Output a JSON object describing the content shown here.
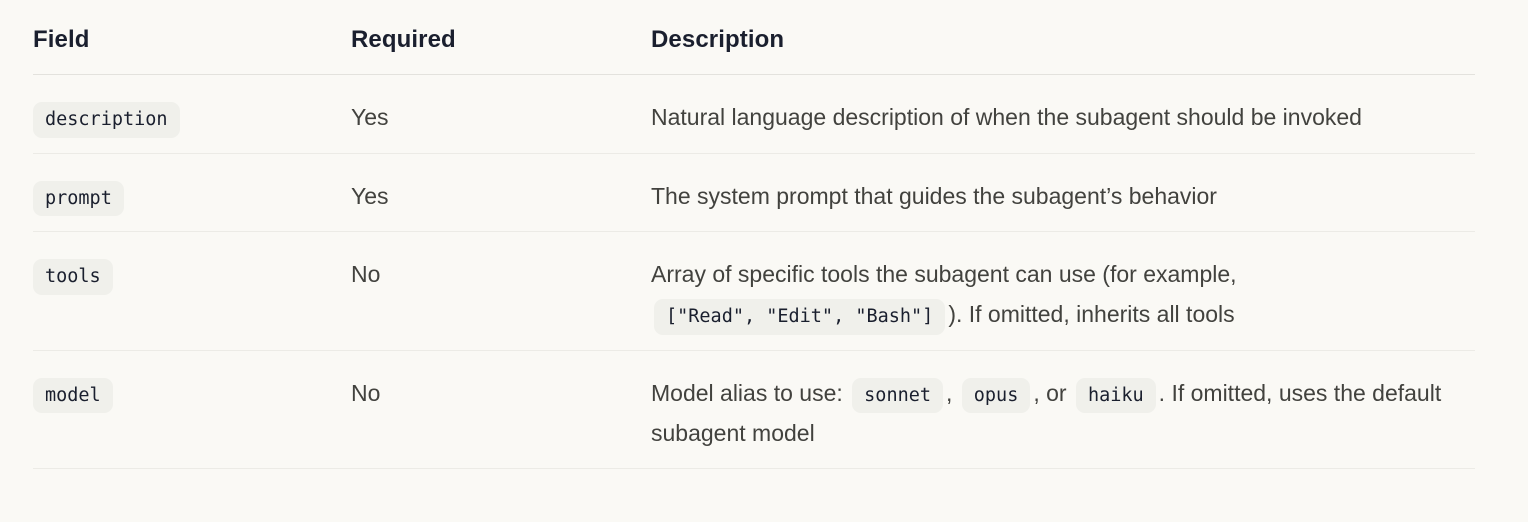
{
  "colors": {
    "page_background": "#FAF9F5",
    "badge_background": "#F0F0EB",
    "header_text": "#1A1F2E",
    "body_text": "#42423E",
    "header_border": "#E3E2DD",
    "row_border": "#ECEBE6"
  },
  "table": {
    "headers": {
      "field": "Field",
      "required": "Required",
      "description": "Description"
    },
    "rows": [
      {
        "field": "description",
        "required": "Yes",
        "description": [
          {
            "type": "text",
            "value": "Natural language description of when the subagent should be invoked"
          }
        ]
      },
      {
        "field": "prompt",
        "required": "Yes",
        "description": [
          {
            "type": "text",
            "value": "The system prompt that guides the subagent’s behavior"
          }
        ]
      },
      {
        "field": "tools",
        "required": "No",
        "description": [
          {
            "type": "text",
            "value": "Array of specific tools the subagent can use (for example, "
          },
          {
            "type": "code",
            "value": "[\"Read\", \"Edit\", \"Bash\"]"
          },
          {
            "type": "text",
            "value": "). If omitted, inherits all tools"
          }
        ]
      },
      {
        "field": "model",
        "required": "No",
        "description": [
          {
            "type": "text",
            "value": "Model alias to use: "
          },
          {
            "type": "code",
            "value": "sonnet"
          },
          {
            "type": "text",
            "value": ", "
          },
          {
            "type": "code",
            "value": "opus"
          },
          {
            "type": "text",
            "value": ", or "
          },
          {
            "type": "code",
            "value": "haiku"
          },
          {
            "type": "text",
            "value": ". If omitted, uses the default subagent model"
          }
        ]
      }
    ]
  }
}
